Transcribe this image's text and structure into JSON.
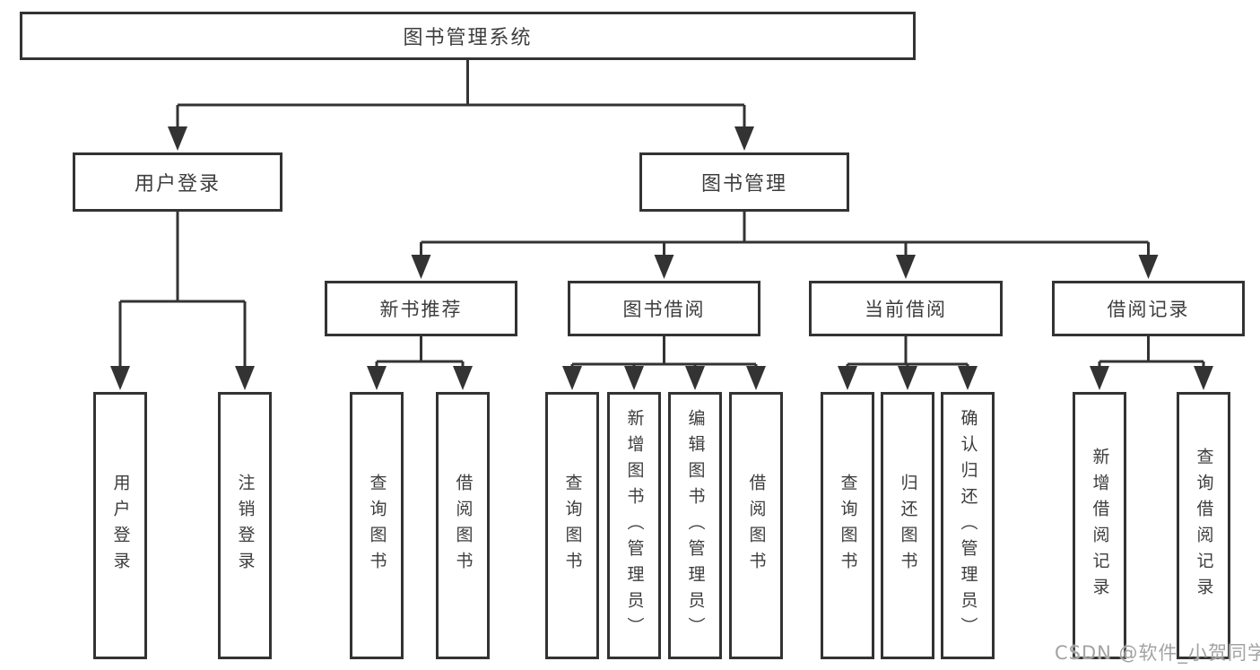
{
  "colors": {
    "line": "#333333",
    "box_background": "#ffffff",
    "text": "#3d3d3d",
    "watermark": "#a3a3a3"
  },
  "watermark": {
    "text": "CSDN @软件_小贺同学"
  },
  "diagram": {
    "root": {
      "label": "图书管理系统"
    },
    "login": {
      "label": "用户登录",
      "children": [
        {
          "label": "用户登录"
        },
        {
          "label": "注销登录"
        }
      ]
    },
    "management": {
      "label": "图书管理",
      "branches": [
        {
          "label": "新书推荐",
          "children": [
            {
              "label": "查询图书"
            },
            {
              "label": "借阅图书"
            }
          ]
        },
        {
          "label": "图书借阅",
          "children": [
            {
              "label": "查询图书"
            },
            {
              "label": "新增图书（管理员）"
            },
            {
              "label": "编辑图书（管理员）"
            },
            {
              "label": "借阅图书"
            }
          ]
        },
        {
          "label": "当前借阅",
          "children": [
            {
              "label": "查询图书"
            },
            {
              "label": "归还图书"
            },
            {
              "label": "确认归还（管理员）"
            }
          ]
        },
        {
          "label": "借阅记录",
          "children": [
            {
              "label": "新增借阅记录"
            },
            {
              "label": "查询借阅记录"
            }
          ]
        }
      ]
    }
  }
}
